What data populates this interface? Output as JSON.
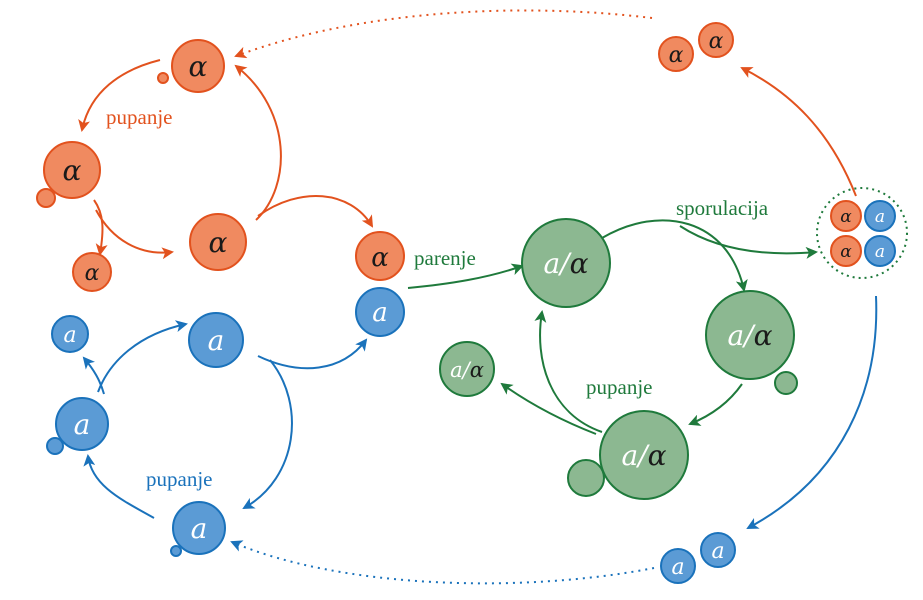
{
  "colors": {
    "alpha_fill": "#f08a60",
    "alpha_stroke": "#e2521e",
    "a_fill": "#5b9bd5",
    "a_stroke": "#1a72bb",
    "diploid_fill": "#8cb891",
    "diploid_stroke": "#1f7a3c",
    "alpha_text": "#1a1a1a",
    "a_text": "#ffffff"
  },
  "symbols": {
    "alpha": "α",
    "a": "a",
    "diploid": "a/α",
    "diploid_left": "a/",
    "diploid_right": "α"
  },
  "labels": {
    "budding_alpha": "pupanje",
    "budding_a": "pupanje",
    "budding_diploid": "pupanje",
    "mating": "parenje",
    "sporulation": "sporulacija"
  }
}
